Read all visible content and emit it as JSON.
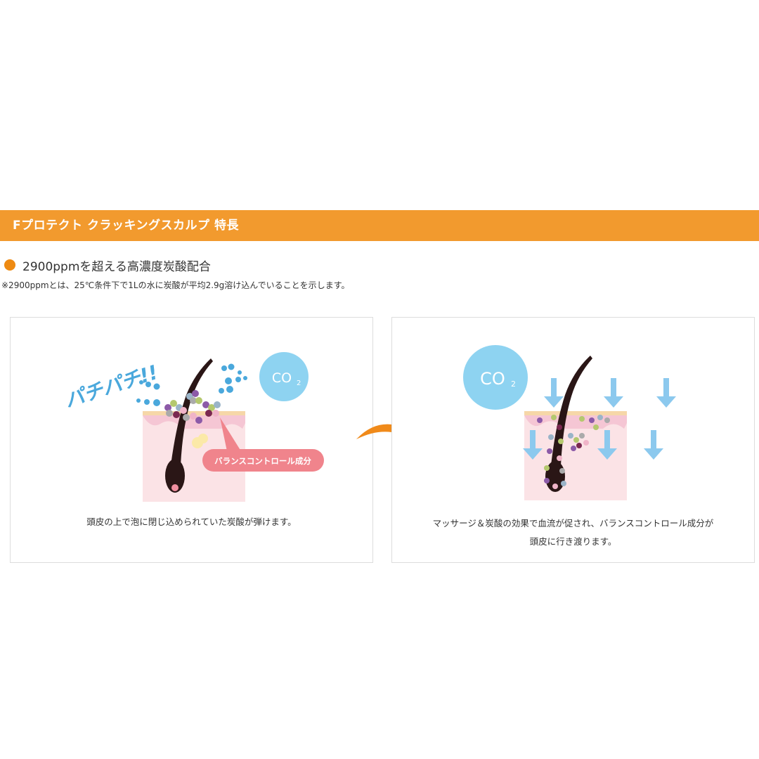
{
  "banner": {
    "title": "Fプロテクト クラッキングスカルプ 特長"
  },
  "feature": {
    "heading": "2900ppmを超える高濃度炭酸配合",
    "note": "※2900ppmとは、25℃条件下で1Lの水に炭酸が平均2.9g溶け込んでいることを示します。"
  },
  "left_panel": {
    "sound_text": "パチパチ!!",
    "co2_text": "CO",
    "co2_sub": "2",
    "callout": "バランスコントロール成分",
    "caption": "頭皮の上で泡に閉じ込められていた炭酸が弾けます。"
  },
  "right_panel": {
    "co2_text": "CO",
    "co2_sub": "2",
    "caption_line1": "マッサージ＆炭酸の効果で血流が促され、バランスコントロール成分が",
    "caption_line2": "頭皮に行き渡ります。"
  },
  "colors": {
    "banner": "#f29a2e",
    "bullet": "#ee8a12",
    "co2_circle": "#8ed3f1",
    "callout": "#f0848c",
    "skin": "#fbe3e6",
    "arrow_blue": "#8cc9ee",
    "transition_arrow": "#f08a1a"
  },
  "icons": {
    "bullet": "orange-dot-icon",
    "transition": "curved-arrow-right-icon",
    "down_arrows": "down-arrow-icon"
  }
}
